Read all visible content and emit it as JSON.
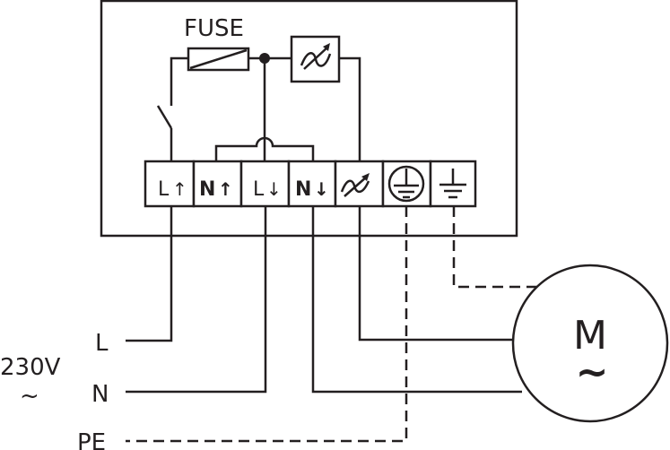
{
  "labels": {
    "fuse": "FUSE",
    "line": "L",
    "neutral": "N",
    "protective_earth": "PE",
    "voltage": "230V",
    "ac_symbol": "~",
    "motor": "M",
    "motor_ac": "~"
  },
  "terminals": [
    {
      "label": "L",
      "arrow": "↑"
    },
    {
      "label": "N",
      "arrow": "↑"
    },
    {
      "label": "L",
      "arrow": "↓"
    },
    {
      "label": "N",
      "arrow": "↓"
    },
    {
      "label": "",
      "arrow": "",
      "icon": "speed-control-icon"
    },
    {
      "label": "",
      "arrow": "",
      "icon": "protective-earth-icon"
    },
    {
      "label": "",
      "arrow": "",
      "icon": "ground-icon"
    }
  ]
}
